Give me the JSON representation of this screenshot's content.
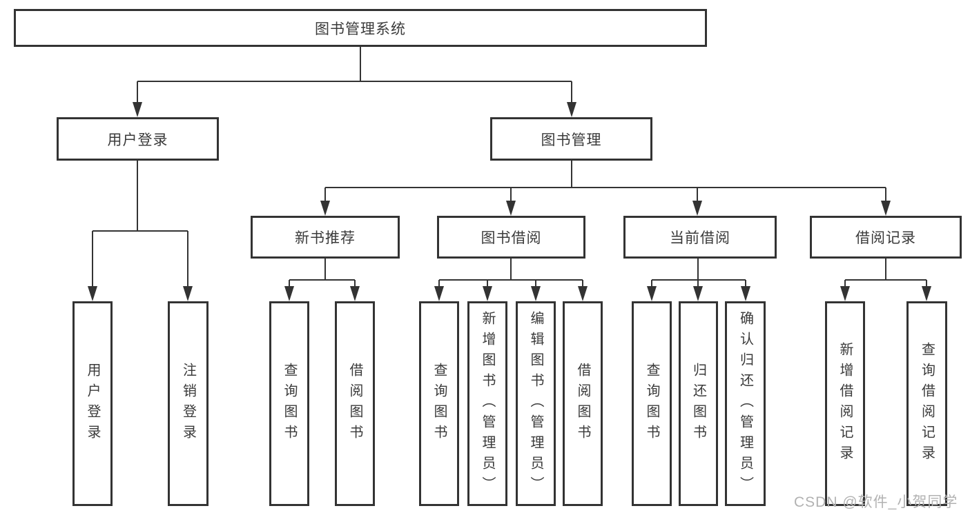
{
  "tree": {
    "label": "图书管理系统",
    "children": [
      {
        "label": "用户登录",
        "children": [
          {
            "label": "用户登录"
          },
          {
            "label": "注销登录"
          }
        ]
      },
      {
        "label": "图书管理",
        "children": [
          {
            "label": "新书推荐",
            "children": [
              {
                "label": "查询图书"
              },
              {
                "label": "借阅图书"
              }
            ]
          },
          {
            "label": "图书借阅",
            "children": [
              {
                "label": "查询图书"
              },
              {
                "label": "新增图书（管理员）"
              },
              {
                "label": "编辑图书（管理员）"
              },
              {
                "label": "借阅图书"
              }
            ]
          },
          {
            "label": "当前借阅",
            "children": [
              {
                "label": "查询图书"
              },
              {
                "label": "归还图书"
              },
              {
                "label": "确认归还（管理员）"
              }
            ]
          },
          {
            "label": "借阅记录",
            "children": [
              {
                "label": "新增借阅记录"
              },
              {
                "label": "查询借阅记录"
              }
            ]
          }
        ]
      }
    ]
  },
  "watermark": {
    "text": "CSDN @软件_小贺同学"
  },
  "colors": {
    "line": "#333333",
    "box_border": "#333333",
    "box_fill": "#ffffff",
    "text": "#3a3a3a",
    "watermark": "#b2b2b2",
    "background": "#ffffff"
  }
}
